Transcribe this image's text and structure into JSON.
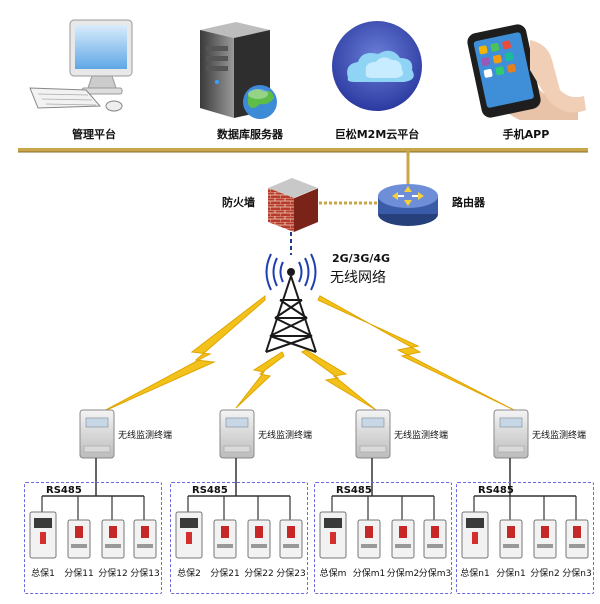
{
  "top_devices": [
    {
      "label": "管理平台",
      "icon": "desktop-computer-icon"
    },
    {
      "label": "数据库服务器",
      "icon": "database-server-icon"
    },
    {
      "label": "巨松M2M云平台",
      "icon": "cloud-platform-icon"
    },
    {
      "label": "手机APP",
      "icon": "smartphone-icon"
    }
  ],
  "firewall_label": "防火墙",
  "router_label": "路由器",
  "network": {
    "generations": "2G/3G/4G",
    "name": "无线网络"
  },
  "terminal_label": "无线监测终端",
  "bus_label": "RS485",
  "groups": [
    {
      "breakers": [
        "总保1",
        "分保11",
        "分保12",
        "分保13"
      ]
    },
    {
      "breakers": [
        "总保2",
        "分保21",
        "分保22",
        "分保23"
      ]
    },
    {
      "breakers": [
        "总保m",
        "分保m1",
        "分保m2",
        "分保m3"
      ]
    },
    {
      "breakers": [
        "总保n1",
        "分保n1",
        "分保n2",
        "分保n3"
      ]
    }
  ],
  "colors": {
    "backbone": "#c9a64a",
    "lightning": "#f3c21a",
    "dashed_box": "#6a6adf",
    "brick": "#b83a2a",
    "router": "#3a5ba8"
  }
}
